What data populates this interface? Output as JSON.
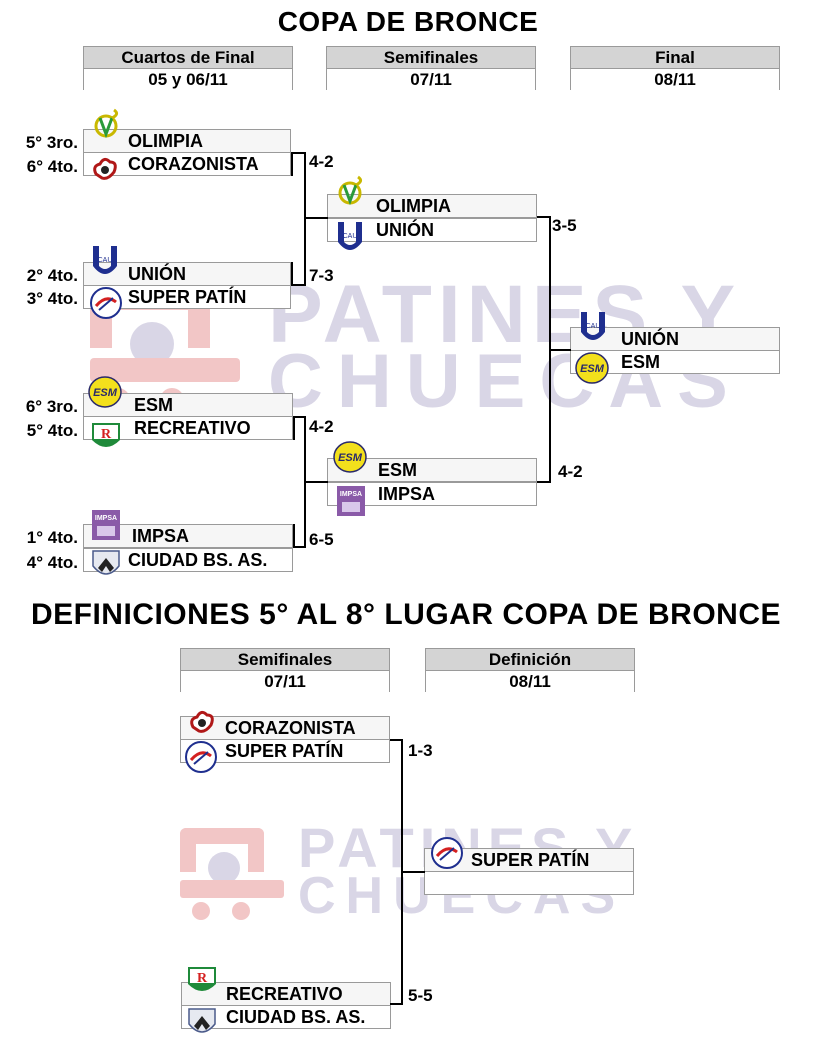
{
  "bracket": {
    "title": "COPA DE BRONCE",
    "rounds": [
      {
        "name": "Cuartos de Final",
        "date": "05 y 06/11"
      },
      {
        "name": "Semifinales",
        "date": "07/11"
      },
      {
        "name": "Final",
        "date": "08/11"
      }
    ],
    "quarterfinals": [
      {
        "seed_a": "5° 3ro.",
        "team_a": "OLIMPIA",
        "seed_b": "6° 4to.",
        "team_b": "CORAZONISTA",
        "score": "4-2"
      },
      {
        "seed_a": "2° 4to.",
        "team_a": "UNIÓN",
        "seed_b": "3° 4to.",
        "team_b": "SUPER PATÍN",
        "score": "7-3"
      },
      {
        "seed_a": "6° 3ro.",
        "team_a": "ESM",
        "seed_b": "5° 4to.",
        "team_b": "RECREATIVO",
        "score": "4-2"
      },
      {
        "seed_a": "1° 4to.",
        "team_a": "IMPSA",
        "seed_b": "4° 4to.",
        "team_b": "CIUDAD BS. AS.",
        "score": "6-5"
      }
    ],
    "semifinals": [
      {
        "team_a": "OLIMPIA",
        "team_b": "UNIÓN",
        "score": "3-5"
      },
      {
        "team_a": "ESM",
        "team_b": "IMPSA",
        "score": "4-2"
      }
    ],
    "final": {
      "team_a": "UNIÓN",
      "team_b": "ESM"
    }
  },
  "placement": {
    "title": "DEFINICIONES 5° AL 8° LUGAR COPA DE BRONCE",
    "rounds": [
      {
        "name": "Semifinales",
        "date": "07/11"
      },
      {
        "name": "Definición",
        "date": "08/11"
      }
    ],
    "semifinals": [
      {
        "team_a": "CORAZONISTA",
        "team_b": "SUPER PATÍN",
        "score": "1-3"
      },
      {
        "team_a": "RECREATIVO",
        "team_b": "CIUDAD BS. AS.",
        "score": "5-5"
      }
    ],
    "final": {
      "team_a": "SUPER PATÍN",
      "team_b": ""
    }
  },
  "watermark": {
    "line1": "PATINES Y",
    "line2": "CHUECAS"
  },
  "colors": {
    "header_bg": "#d4d4d4",
    "border": "#9a9a9a",
    "watermark_red": "#f2c6c6",
    "watermark_gray": "#d9d6e6",
    "union_blue": "#1f2f8f",
    "esm_yellow": "#f3e01c",
    "impsa_purple": "#8a5aa8",
    "recreativo_green": "#1f8a3a",
    "recreativo_red": "#d42020"
  }
}
